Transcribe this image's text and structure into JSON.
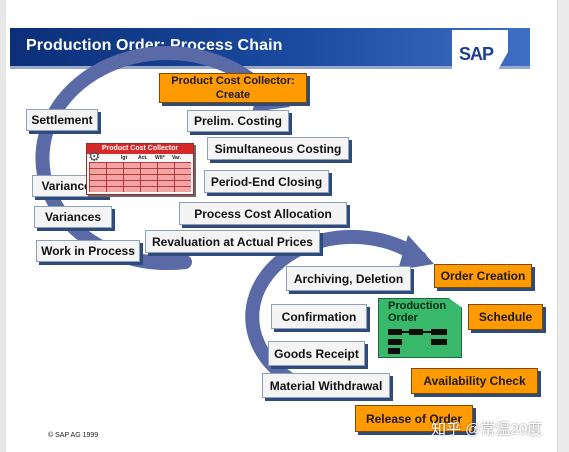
{
  "header": {
    "title": "Production Order: Process Chain",
    "logo": "SAP"
  },
  "cost_cycle": {
    "collector_create": "Product Cost Collector: Create",
    "steps": [
      "Prelim. Costing",
      "Simultaneous Costing",
      "Period-End Closing",
      "Process Cost Allocation",
      "Revaluation at Actual Prices",
      "Work in Process",
      "Variances",
      "Variances",
      "Settlement"
    ],
    "collector_card": {
      "title": "Product Cost Collector",
      "columns": [
        "Igt",
        "Act.",
        "Wlt*",
        "Var."
      ]
    }
  },
  "order_cycle": {
    "steps": [
      "Order Creation",
      "Schedule",
      "Availability Check",
      "Release of Order",
      "Material Withdrawal",
      "Goods Receipt",
      "Confirmation",
      "Archiving, Deletion"
    ],
    "order_card": {
      "line1": "Production",
      "line2": "Order"
    }
  },
  "footer": {
    "copyright": "© SAP AG 1999",
    "watermark": "知乎 @常温20度"
  },
  "colors": {
    "header_blue": "#1a4aa0",
    "box_orange": "#ff9a00",
    "arrow_blue": "#5a6aa6",
    "order_green": "#37b86a",
    "collector_red": "#d62a2a"
  }
}
